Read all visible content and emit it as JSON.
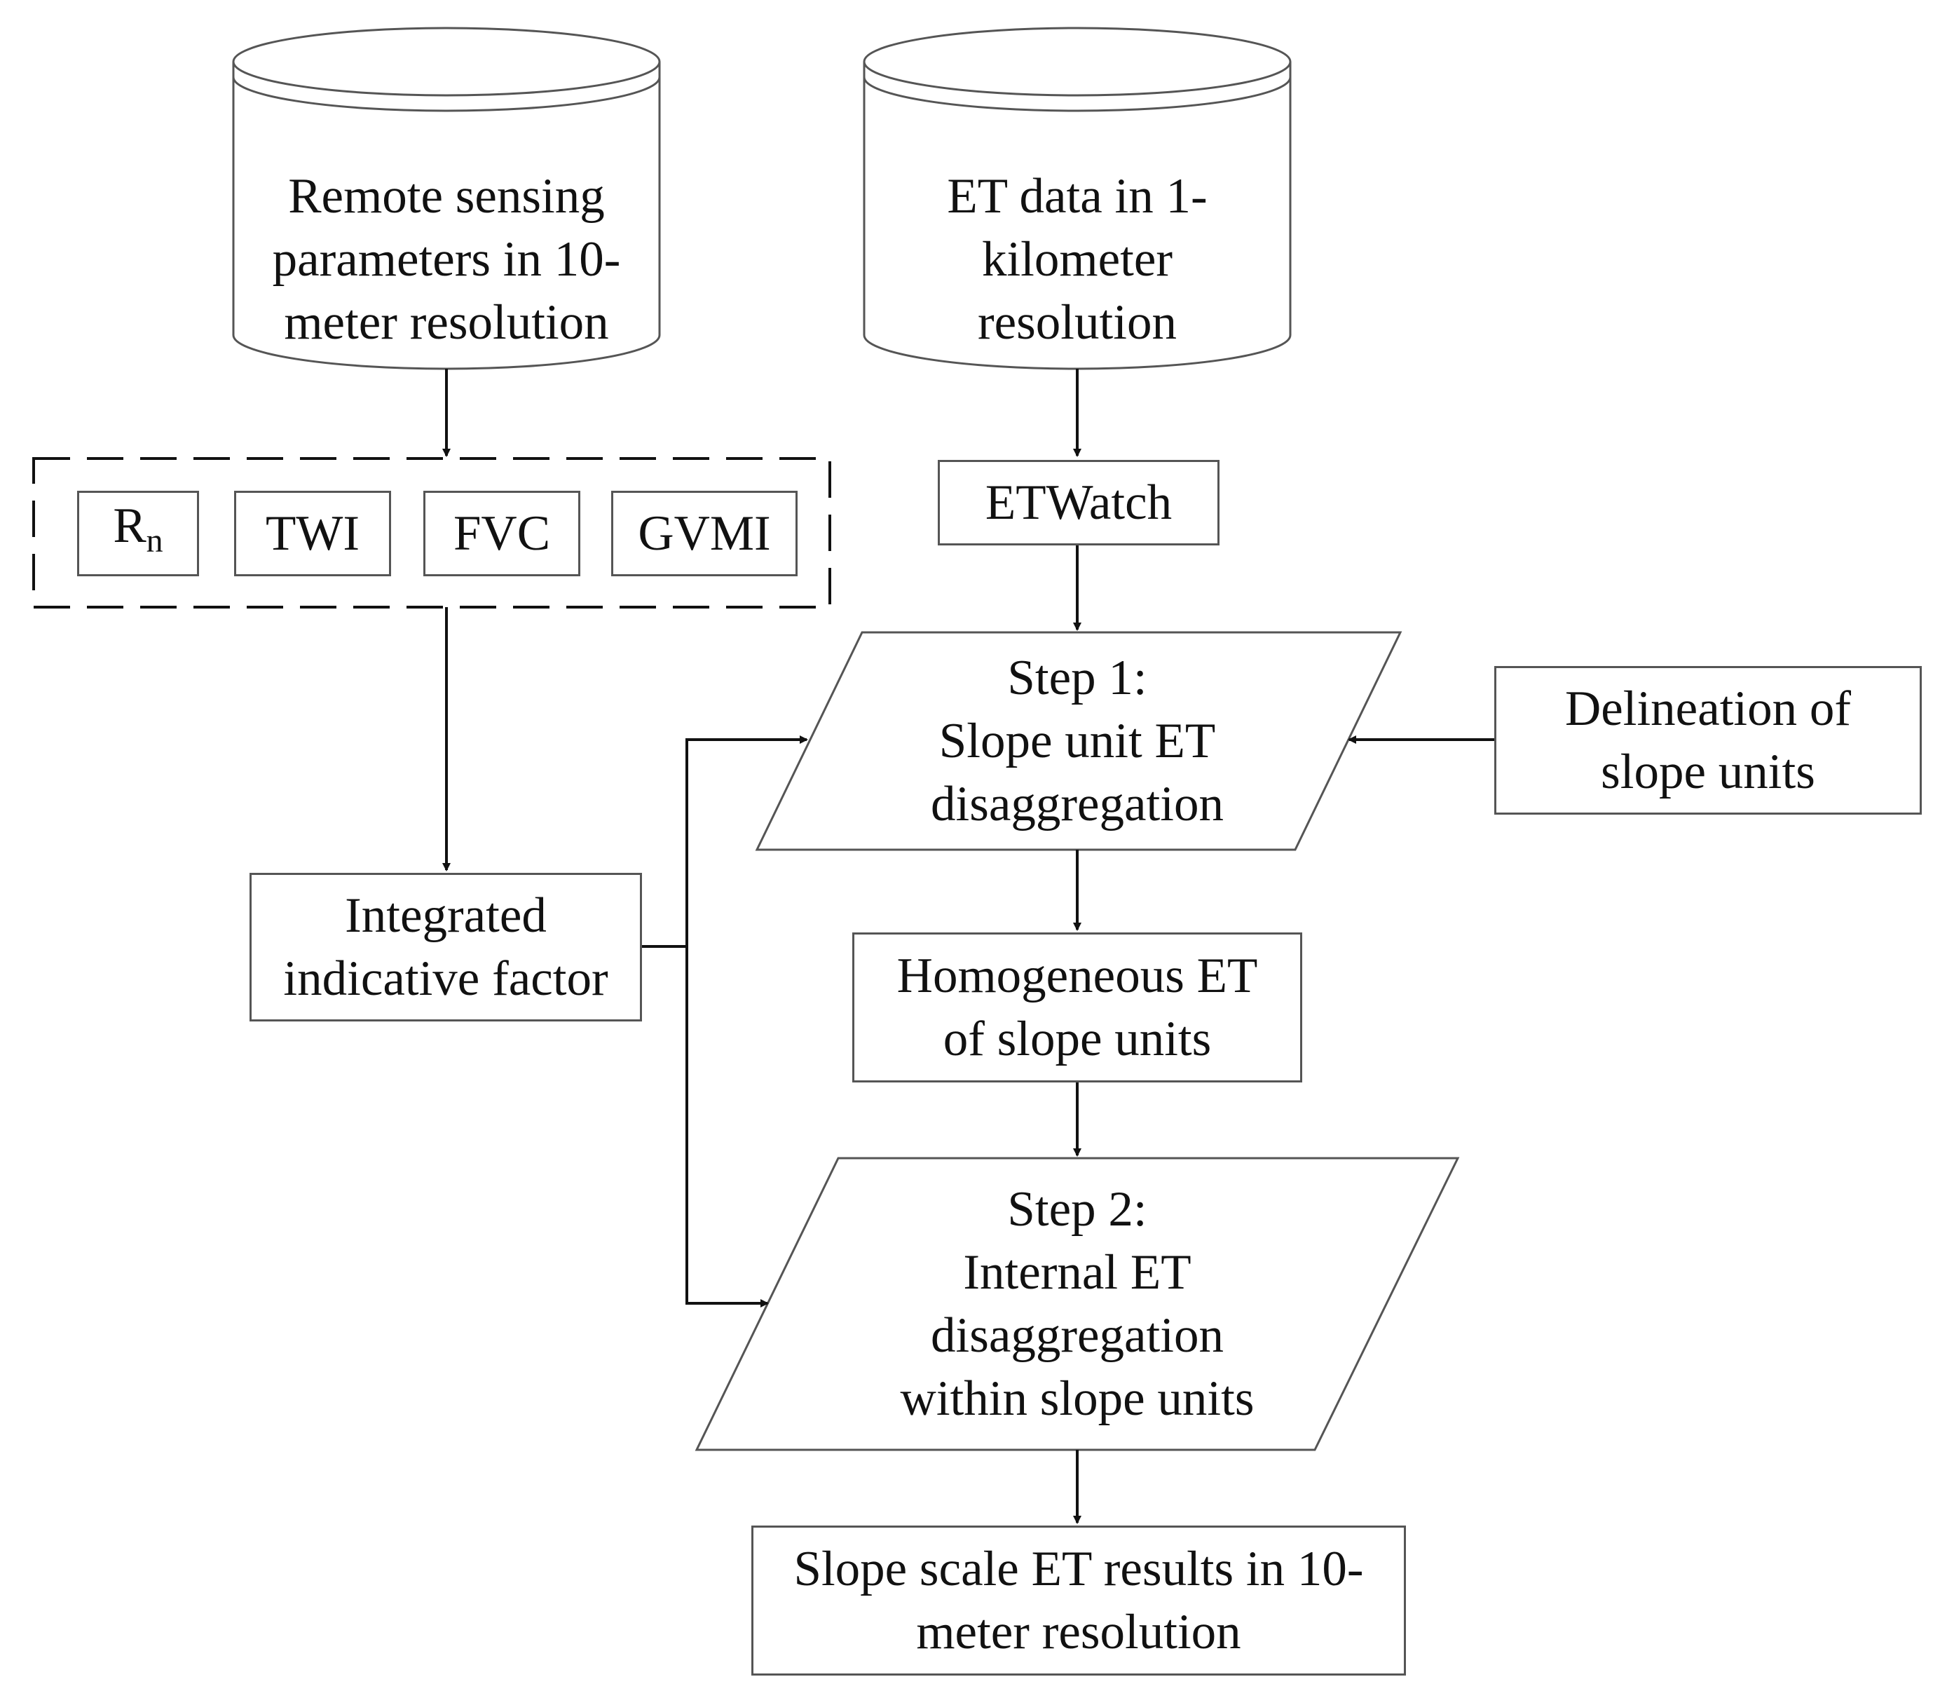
{
  "nodes": {
    "remote_sensing": {
      "lines": [
        "Remote sensing",
        "parameters in 10-",
        "meter resolution"
      ]
    },
    "et_data": {
      "lines": [
        "ET data in 1-",
        "kilometer",
        "resolution"
      ]
    },
    "factor_rn": {
      "base": "R",
      "sub": "n"
    },
    "factor_twi": {
      "label": "TWI"
    },
    "factor_fvc": {
      "label": "FVC"
    },
    "factor_gvmi": {
      "label": "GVMI"
    },
    "etwatch": {
      "label": "ETWatch"
    },
    "step1": {
      "lines": [
        "Step 1:",
        "Slope unit ET",
        "disaggregation"
      ]
    },
    "delineation": {
      "lines": [
        "Delineation of",
        "slope units"
      ]
    },
    "integrated": {
      "lines": [
        "Integrated",
        "indicative factor"
      ]
    },
    "homogeneous": {
      "lines": [
        "Homogeneous ET",
        "of slope units"
      ]
    },
    "step2": {
      "lines": [
        "Step 2:",
        "Internal ET",
        "disaggregation",
        "within slope units"
      ]
    },
    "results": {
      "lines": [
        "Slope scale ET results in 10-",
        "meter resolution"
      ]
    }
  },
  "colors": {
    "stroke": "#555555",
    "arrow": "#111111",
    "text": "#111111",
    "background": "#ffffff"
  }
}
